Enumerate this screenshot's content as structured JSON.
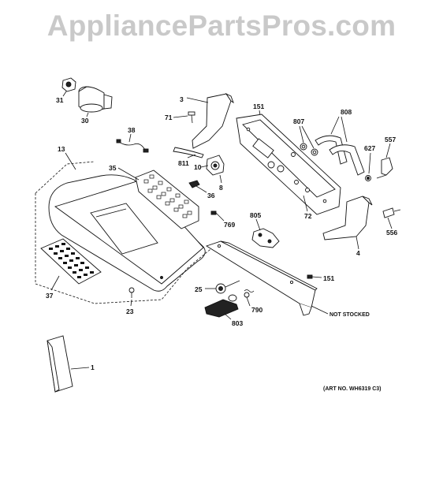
{
  "watermark": "AppliancePartsPros.com",
  "art_number": "(ART NO. WH6319 C3)",
  "not_stocked": "NOT STOCKED",
  "callouts": {
    "c1": "1",
    "c3": "3",
    "c4": "4",
    "c8": "8",
    "c10": "10",
    "c13": "13",
    "c23": "23",
    "c25": "25",
    "c30": "30",
    "c31": "31",
    "c35": "35",
    "c36": "36",
    "c37": "37",
    "c38": "38",
    "c71": "71",
    "c72": "72",
    "c151a": "151",
    "c151b": "151",
    "c556": "556",
    "c557": "557",
    "c627": "627",
    "c769": "769",
    "c790": "790",
    "c803": "803",
    "c805": "805",
    "c807": "807",
    "c808": "808",
    "c811": "811"
  }
}
